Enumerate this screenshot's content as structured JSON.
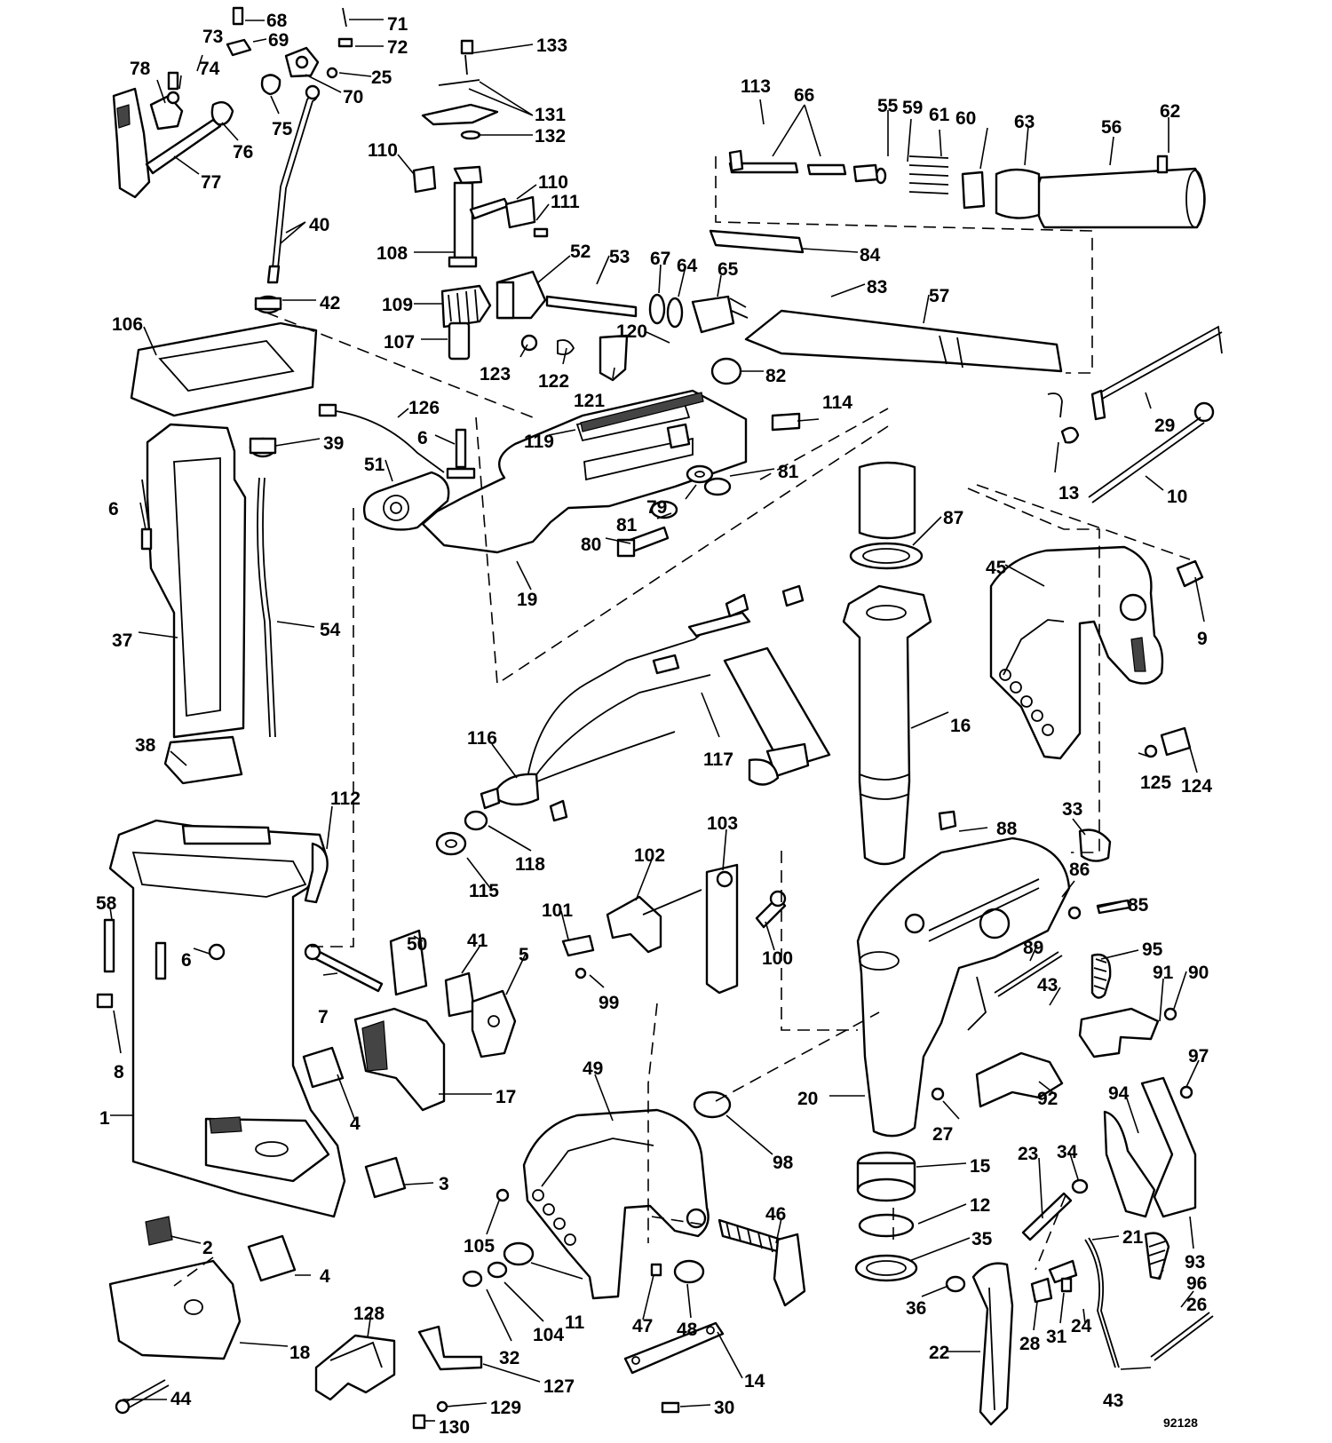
{
  "diagram": {
    "drawing_code": "92128",
    "callouts": [
      {
        "label": "68"
      },
      {
        "label": "71"
      },
      {
        "label": "73"
      },
      {
        "label": "69"
      },
      {
        "label": "72"
      },
      {
        "label": "133"
      },
      {
        "label": "74"
      },
      {
        "label": "78"
      },
      {
        "label": "25"
      },
      {
        "label": "70"
      },
      {
        "label": "75"
      },
      {
        "label": "76"
      },
      {
        "label": "77"
      },
      {
        "label": "131"
      },
      {
        "label": "132"
      },
      {
        "label": "113"
      },
      {
        "label": "66"
      },
      {
        "label": "55"
      },
      {
        "label": "59"
      },
      {
        "label": "61"
      },
      {
        "label": "60"
      },
      {
        "label": "63"
      },
      {
        "label": "56"
      },
      {
        "label": "62"
      },
      {
        "label": "110"
      },
      {
        "label": "110"
      },
      {
        "label": "111"
      },
      {
        "label": "40"
      },
      {
        "label": "108"
      },
      {
        "label": "52"
      },
      {
        "label": "53"
      },
      {
        "label": "67"
      },
      {
        "label": "64"
      },
      {
        "label": "65"
      },
      {
        "label": "84"
      },
      {
        "label": "42"
      },
      {
        "label": "109"
      },
      {
        "label": "83"
      },
      {
        "label": "57"
      },
      {
        "label": "106"
      },
      {
        "label": "107"
      },
      {
        "label": "120"
      },
      {
        "label": "123"
      },
      {
        "label": "122"
      },
      {
        "label": "121"
      },
      {
        "label": "82"
      },
      {
        "label": "126"
      },
      {
        "label": "114"
      },
      {
        "label": "29"
      },
      {
        "label": "6"
      },
      {
        "label": "39"
      },
      {
        "label": "119"
      },
      {
        "label": "51"
      },
      {
        "label": "81"
      },
      {
        "label": "13"
      },
      {
        "label": "10"
      },
      {
        "label": "79"
      },
      {
        "label": "81"
      },
      {
        "label": "87"
      },
      {
        "label": "6"
      },
      {
        "label": "80"
      },
      {
        "label": "45"
      },
      {
        "label": "19"
      },
      {
        "label": "37"
      },
      {
        "label": "54"
      },
      {
        "label": "9"
      },
      {
        "label": "16"
      },
      {
        "label": "116"
      },
      {
        "label": "117"
      },
      {
        "label": "38"
      },
      {
        "label": "125"
      },
      {
        "label": "124"
      },
      {
        "label": "112"
      },
      {
        "label": "33"
      },
      {
        "label": "118"
      },
      {
        "label": "88"
      },
      {
        "label": "103"
      },
      {
        "label": "102"
      },
      {
        "label": "115"
      },
      {
        "label": "86"
      },
      {
        "label": "85"
      },
      {
        "label": "58"
      },
      {
        "label": "101"
      },
      {
        "label": "50"
      },
      {
        "label": "41"
      },
      {
        "label": "6"
      },
      {
        "label": "5"
      },
      {
        "label": "100"
      },
      {
        "label": "89"
      },
      {
        "label": "95"
      },
      {
        "label": "91"
      },
      {
        "label": "90"
      },
      {
        "label": "43"
      },
      {
        "label": "7"
      },
      {
        "label": "99"
      },
      {
        "label": "8"
      },
      {
        "label": "97"
      },
      {
        "label": "49"
      },
      {
        "label": "92"
      },
      {
        "label": "17"
      },
      {
        "label": "94"
      },
      {
        "label": "20"
      },
      {
        "label": "27"
      },
      {
        "label": "1"
      },
      {
        "label": "4"
      },
      {
        "label": "98"
      },
      {
        "label": "34"
      },
      {
        "label": "23"
      },
      {
        "label": "15"
      },
      {
        "label": "3"
      },
      {
        "label": "46"
      },
      {
        "label": "12"
      },
      {
        "label": "21"
      },
      {
        "label": "93"
      },
      {
        "label": "2"
      },
      {
        "label": "105"
      },
      {
        "label": "35"
      },
      {
        "label": "96"
      },
      {
        "label": "4"
      },
      {
        "label": "11"
      },
      {
        "label": "26"
      },
      {
        "label": "36"
      },
      {
        "label": "18"
      },
      {
        "label": "128"
      },
      {
        "label": "104"
      },
      {
        "label": "47"
      },
      {
        "label": "48"
      },
      {
        "label": "28"
      },
      {
        "label": "31"
      },
      {
        "label": "24"
      },
      {
        "label": "32"
      },
      {
        "label": "22"
      },
      {
        "label": "14"
      },
      {
        "label": "127"
      },
      {
        "label": "44"
      },
      {
        "label": "129"
      },
      {
        "label": "30"
      },
      {
        "label": "43"
      },
      {
        "label": "130"
      }
    ]
  }
}
